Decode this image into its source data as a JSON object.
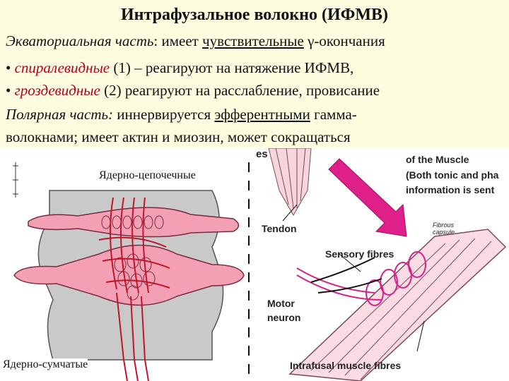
{
  "slide": {
    "title": "Интрафузальное волокно (ИФМВ)",
    "lines": [
      {
        "term": "Экваториальная часть",
        "text_a": ": имеет ",
        "underlined": "чувствительные",
        "text_b": " γ-окончания"
      },
      {
        "bullet": "• ",
        "term": "спиралевидные",
        "text": " (1) – реагируют на натяжение ИФМВ,"
      },
      {
        "bullet": "• ",
        "term": "гроздевидные",
        "text": " (2) реагируют на расслабление, провисание"
      },
      {
        "term": "Полярная часть:",
        "text_a": " иннервируется ",
        "underlined": "эфферентными",
        "text_b": " гамма-"
      },
      {
        "text": "волокнами; имеет актин и миозин, может сокращаться"
      }
    ]
  },
  "left_figure": {
    "caption_top": "Ядерно-цепочечные",
    "caption_bottom": "Ядерно-сумчатые"
  },
  "right_figure": {
    "top_cut_text": "es",
    "note_line1": "of the Muscle",
    "note_line2": "(Both tonic and pha",
    "note_line3": "information is sent",
    "tendon": "Tendon",
    "sensory": "Sensory fibres",
    "fibrous": "Fibrous",
    "capsule": "capsule",
    "motor1": "Motor",
    "motor2": "neuron",
    "intrafusal": "Intrafusal muscle fibres"
  },
  "colors": {
    "background": "#fffde0",
    "accent_red": "#b4001e",
    "pink_fibre": "#f4a0b4",
    "magenta_arrow": "#e0208a"
  }
}
